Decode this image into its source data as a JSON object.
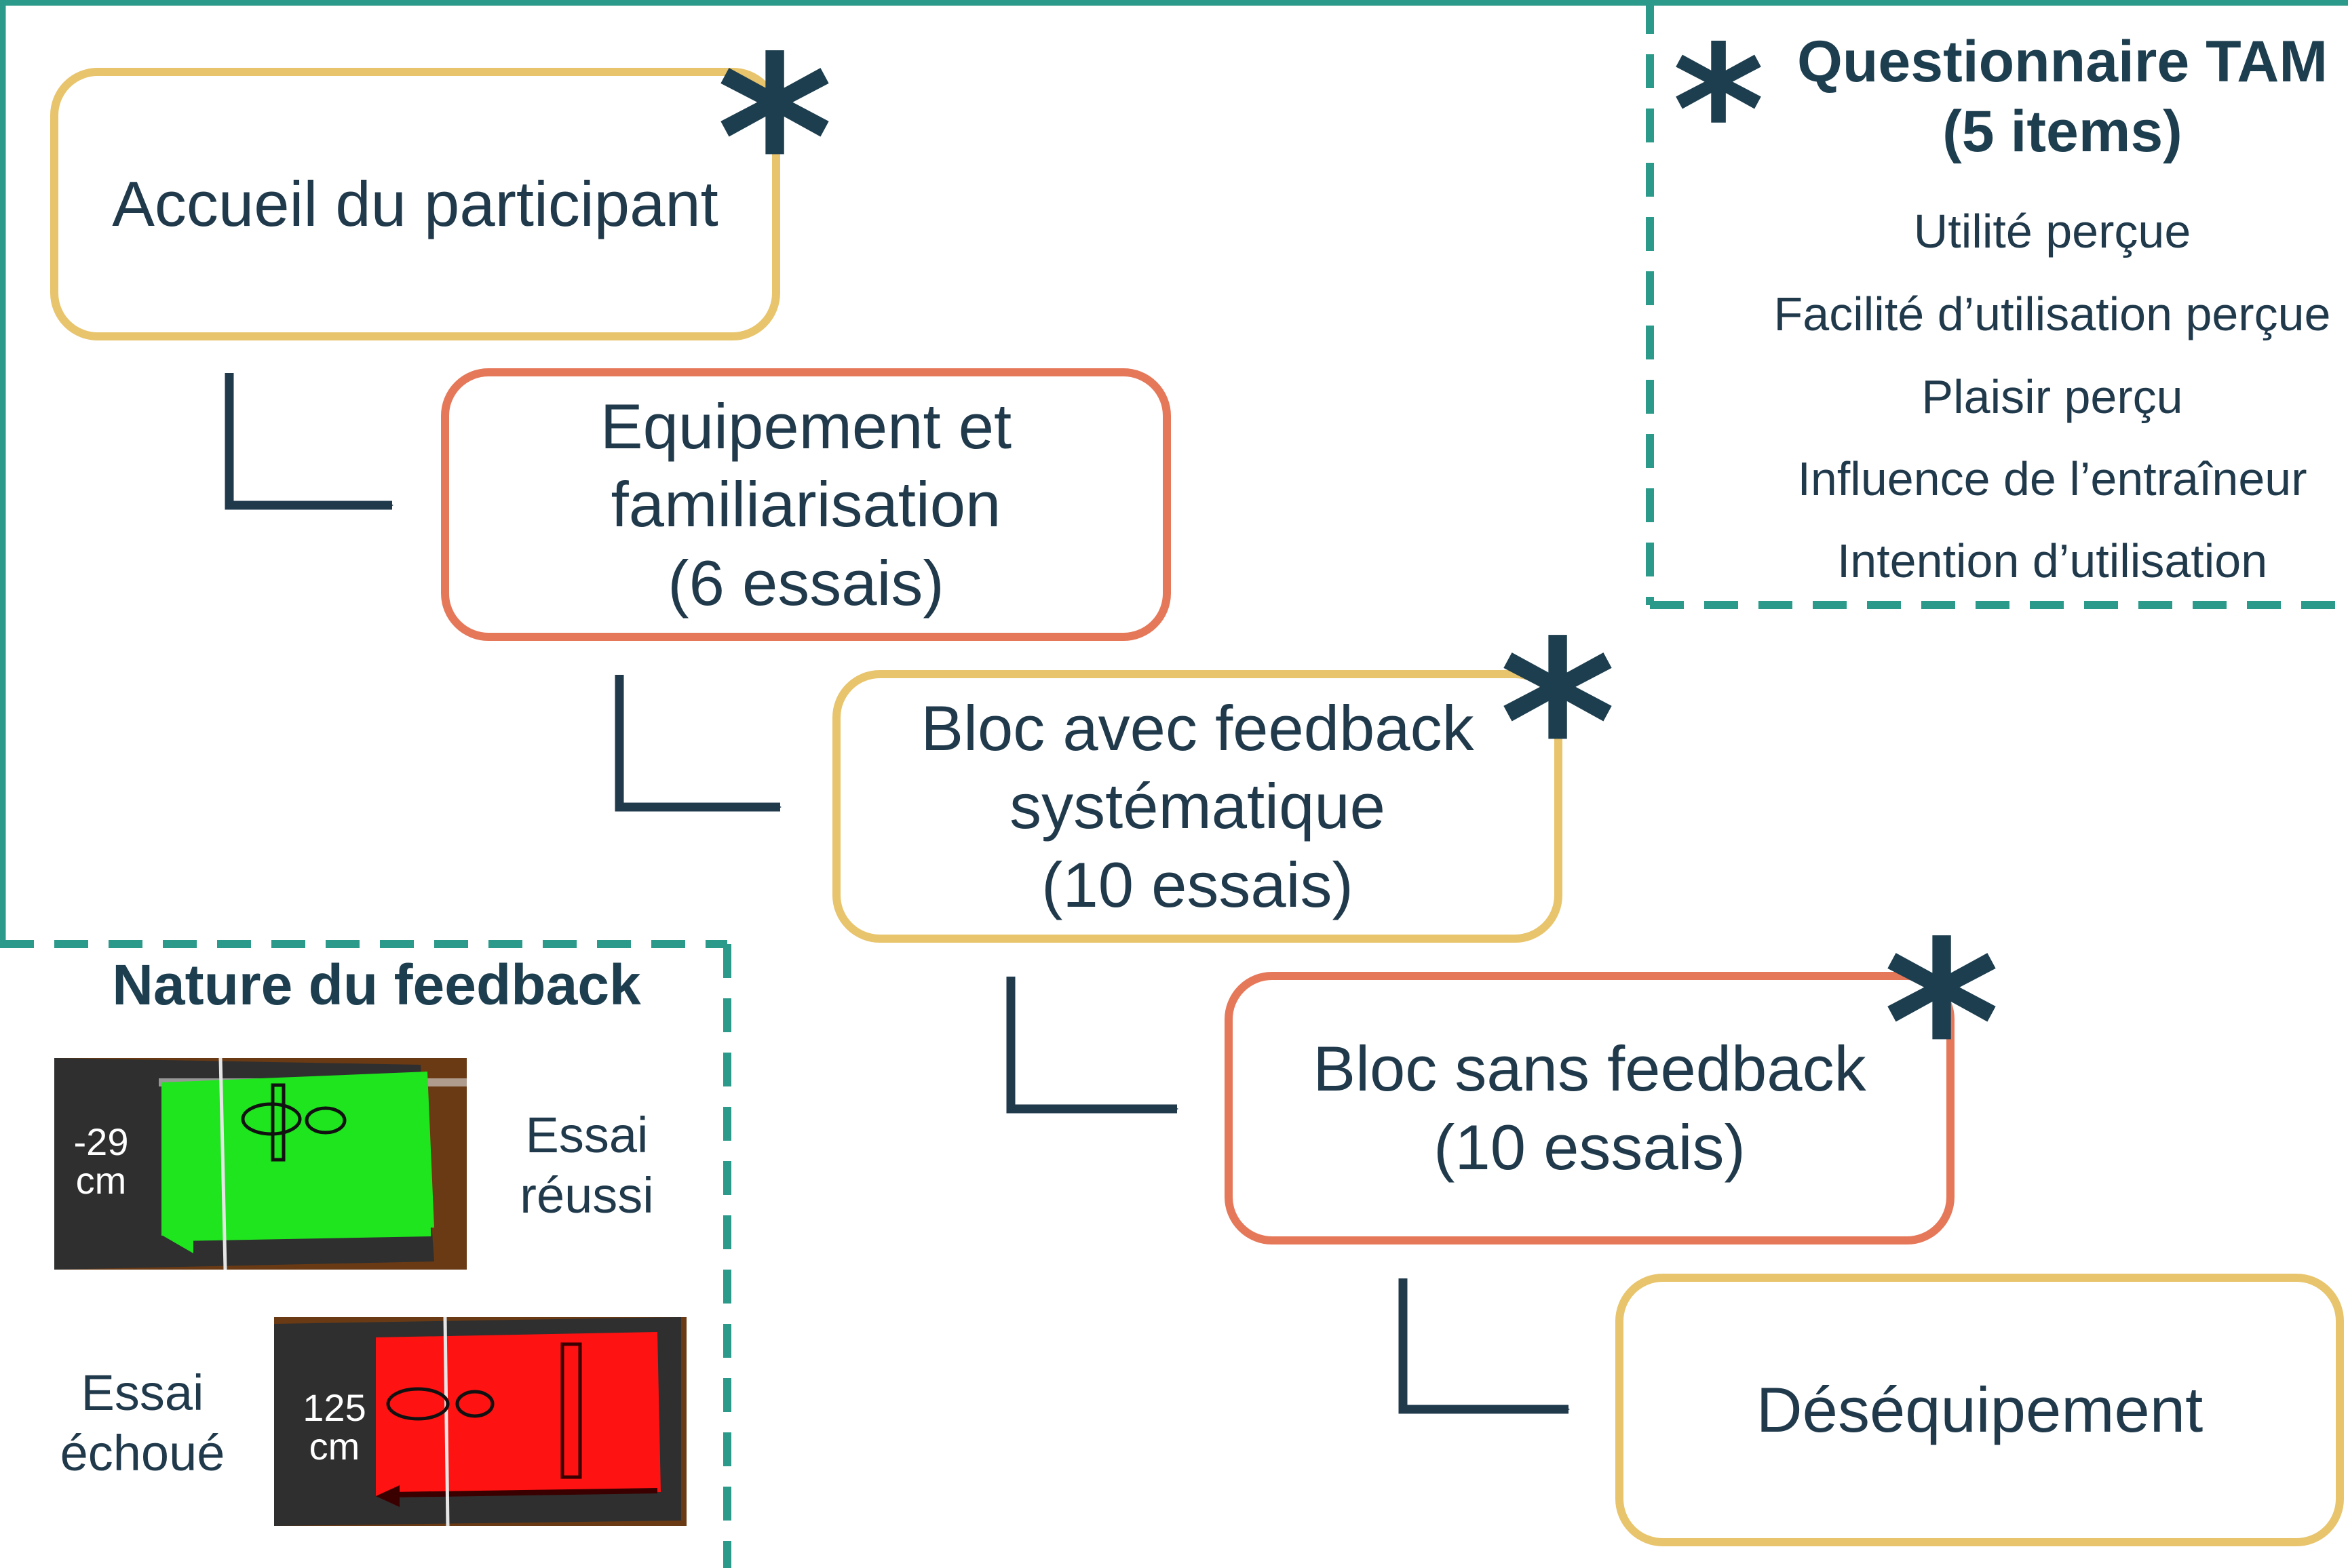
{
  "colors": {
    "frame_teal": "#2b9a8a",
    "arrow_navy": "#203a4c",
    "box_yellow": "#e8c46c",
    "box_orange": "#e6785a",
    "star_navy": "#1d3e4f",
    "success_green": "#1ee51e",
    "failure_red": "#ff1212"
  },
  "steps": [
    {
      "lines": [
        "Accueil du participant"
      ],
      "border": "yellow",
      "starred": true
    },
    {
      "lines": [
        "Equipement et",
        "familiarisation",
        "(6 essais)"
      ],
      "border": "orange",
      "starred": false
    },
    {
      "lines": [
        "Bloc avec feedback",
        "systématique",
        "(10 essais)"
      ],
      "border": "yellow",
      "starred": true
    },
    {
      "lines": [
        "Bloc sans feedback",
        "(10 essais)"
      ],
      "border": "orange",
      "starred": true
    },
    {
      "lines": [
        "Déséquipement"
      ],
      "border": "yellow",
      "starred": false
    }
  ],
  "star_symbol": "*",
  "tam_panel": {
    "title_line1": "Questionnaire TAM",
    "title_line2": "(5 items)",
    "items": [
      "Utilité perçue",
      "Facilité d’utilisation perçue",
      "Plaisir perçu",
      "Influence de l’entraîneur",
      "Intention d’utilisation"
    ]
  },
  "feedback_panel": {
    "title": "Nature du feedback",
    "success": {
      "label_line1": "Essai",
      "label_line2": "réussi",
      "distance": "-29",
      "unit": "cm"
    },
    "failure": {
      "label_line1": "Essai",
      "label_line2": "échoué",
      "distance": "125",
      "unit": "cm"
    }
  },
  "icons": [
    "asterisk-icon",
    "elbow-arrow-icon",
    "footprint-icon"
  ]
}
